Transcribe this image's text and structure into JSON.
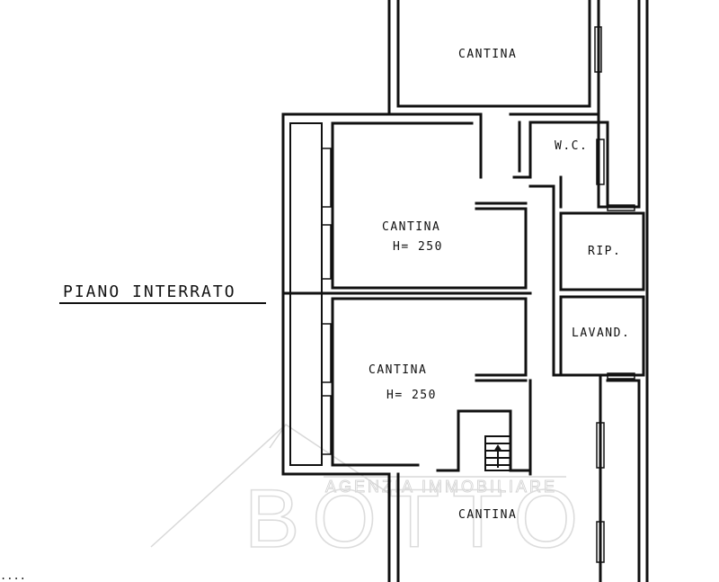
{
  "floor": {
    "title": "PIANO INTERRATO"
  },
  "rooms": {
    "cantina_top": "CANTINA",
    "wc": "W.C.",
    "cantina_mid": "CANTINA",
    "cantina_mid_height": "H= 250",
    "rip": "RIP.",
    "lavand": "LAVAND.",
    "cantina_low": "CANTINA",
    "cantina_low_height": "H= 250",
    "cantina_bottom": "CANTINA"
  },
  "watermark": {
    "small": "AGENZIA IMMOBILIARE",
    "big": "BOTTO"
  },
  "corner_text": "...."
}
